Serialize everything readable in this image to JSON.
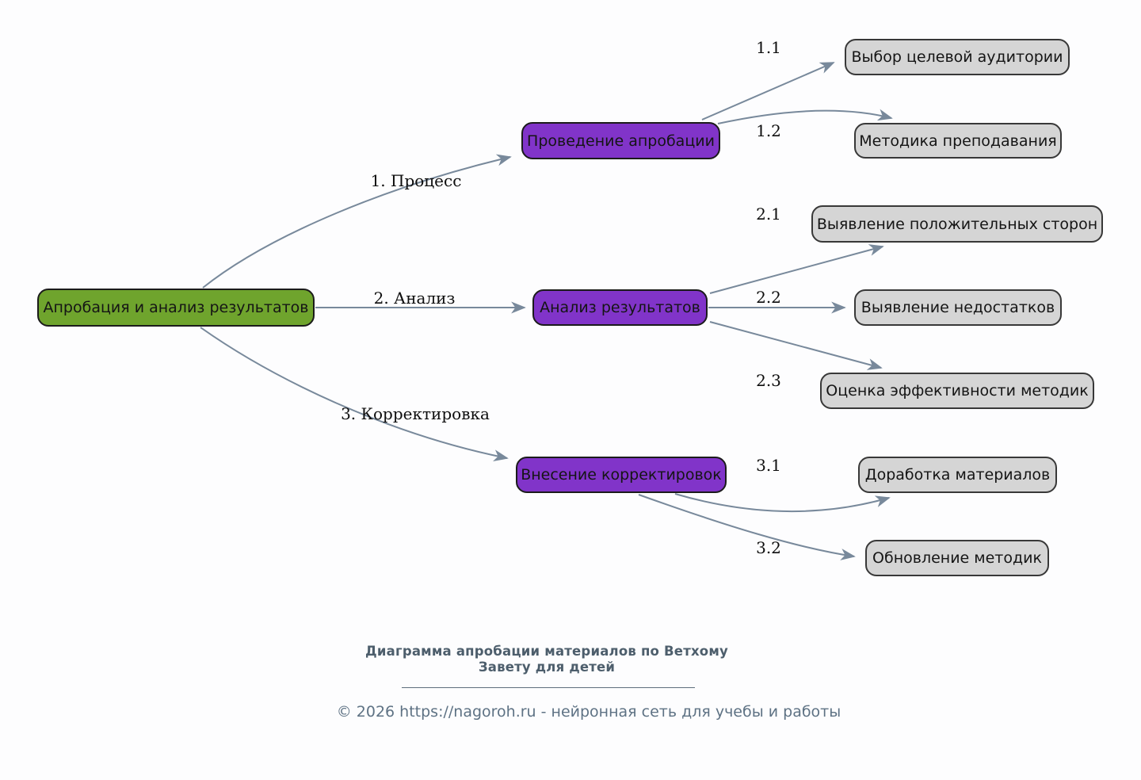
{
  "colors": {
    "root_fill": "#6fa42d",
    "branch_fill": "#8134c9",
    "leaf_fill": "#d5d5d5",
    "edge_color": "#78899b",
    "footer_title_color": "#4d5e6c",
    "footer_text_color": "#5e7284"
  },
  "mindmap": {
    "root": {
      "label": "Апробация и анализ результатов"
    },
    "branches": [
      {
        "edge_label": "1. Процесс",
        "label": "Проведение апробации",
        "children": [
          {
            "edge_label": "1.1",
            "label": "Выбор целевой аудитории"
          },
          {
            "edge_label": "1.2",
            "label": "Методика преподавания"
          }
        ]
      },
      {
        "edge_label": "2. Анализ",
        "label": "Анализ результатов",
        "children": [
          {
            "edge_label": "2.1",
            "label": "Выявление положительных сторон"
          },
          {
            "edge_label": "2.2",
            "label": "Выявление недостатков"
          },
          {
            "edge_label": "2.3",
            "label": "Оценка эффективности методик"
          }
        ]
      },
      {
        "edge_label": "3. Корректировка",
        "label": "Внесение корректировок",
        "children": [
          {
            "edge_label": "3.1",
            "label": "Доработка материалов"
          },
          {
            "edge_label": "3.2",
            "label": "Обновление методик"
          }
        ]
      }
    ]
  },
  "footer": {
    "title_line1": "Диаграмма апробации материалов по Ветхому",
    "title_line2": "Завету для детей",
    "copyright": "© 2026 https://nagoroh.ru - нейронная сеть для учебы и работы"
  }
}
